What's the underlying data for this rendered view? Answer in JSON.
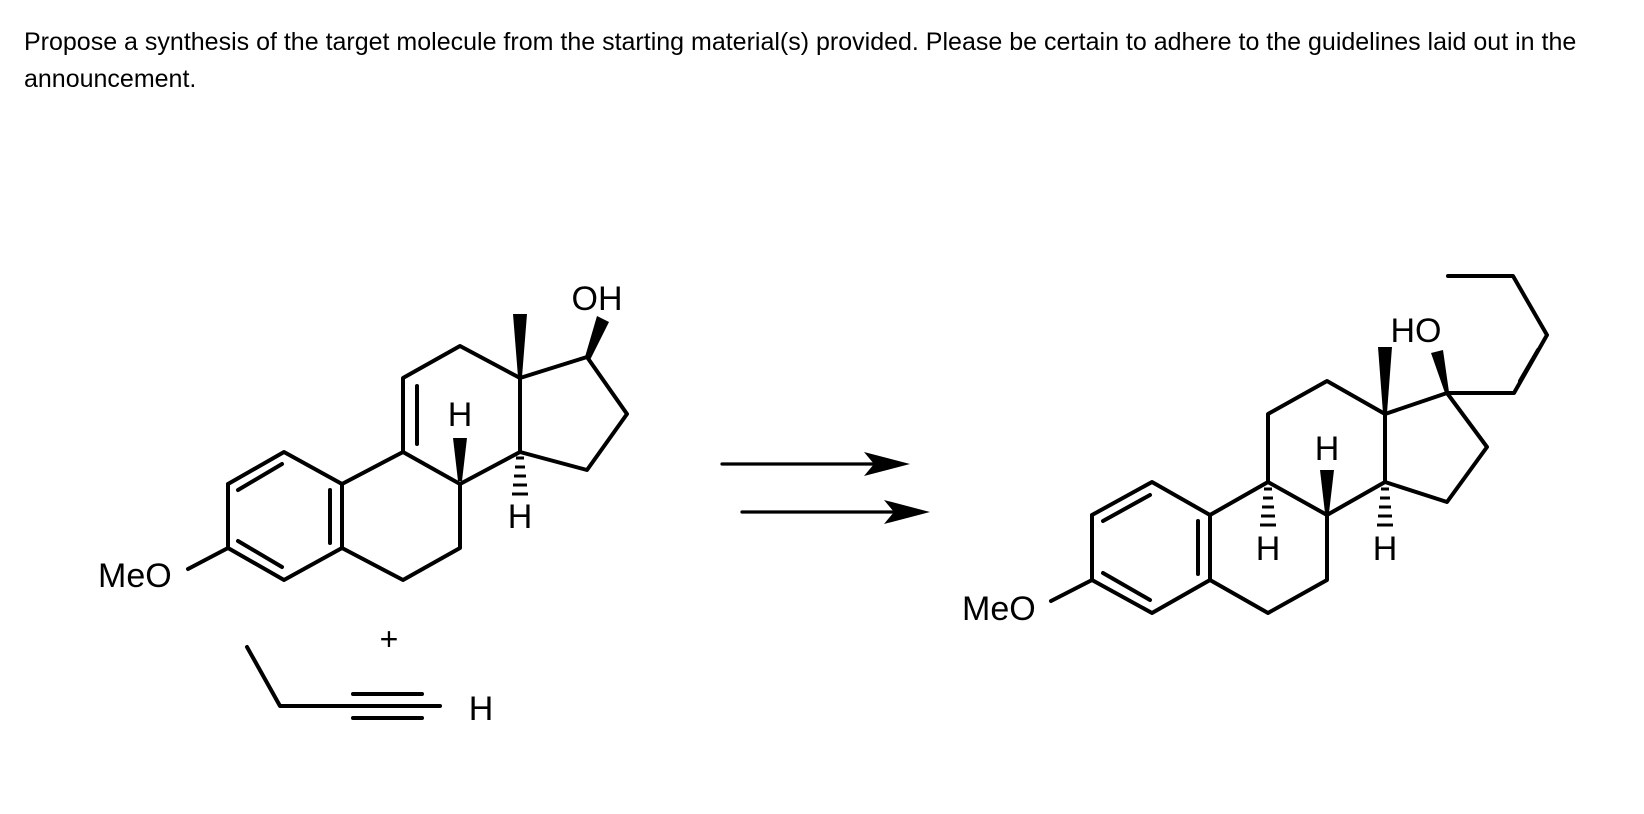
{
  "question": {
    "text": "Propose a synthesis of the target molecule from the starting material(s) provided. Please be certain to adhere to the guidelines laid out in the announcement."
  },
  "starting_material": {
    "methoxy_label": "MeO",
    "hydroxyl_label": "OH",
    "hydrogen_labels": [
      "H",
      "H"
    ]
  },
  "reagent": {
    "plus_label": "+",
    "terminal_h_label": "H"
  },
  "arrow": {
    "type": "multistep-retrosynthesis-style double arrow"
  },
  "target_molecule": {
    "methoxy_label": "MeO",
    "hydroxyl_label": "HO",
    "hydrogen_labels": [
      "H",
      "H",
      "H"
    ]
  }
}
